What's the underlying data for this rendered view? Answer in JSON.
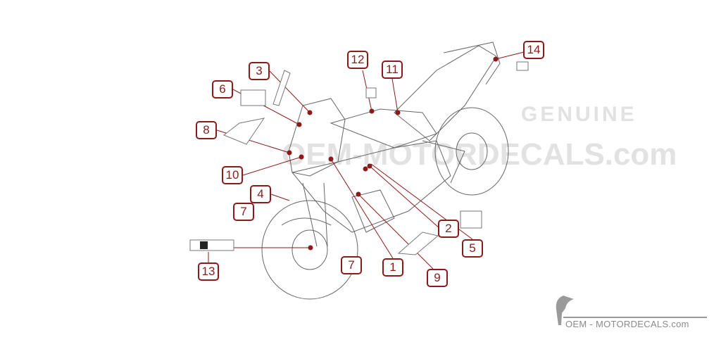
{
  "watermark": {
    "main": "OEM-MOTORDECALS.com",
    "tag": "GENUINE"
  },
  "logo": {
    "text": "OEM - MOTORDECALS.com"
  },
  "colors": {
    "callout": "#8b1a1a",
    "line": "#8b1a1a",
    "drawing": "#555555"
  },
  "callouts": [
    {
      "label": "3"
    },
    {
      "label": "6"
    },
    {
      "label": "8"
    },
    {
      "label": "10"
    },
    {
      "label": "4"
    },
    {
      "label": "7"
    },
    {
      "label": "13"
    },
    {
      "label": "12"
    },
    {
      "label": "11"
    },
    {
      "label": "14"
    },
    {
      "label": "2"
    },
    {
      "label": "5"
    },
    {
      "label": "9"
    },
    {
      "label": "1"
    },
    {
      "label": "7"
    }
  ]
}
